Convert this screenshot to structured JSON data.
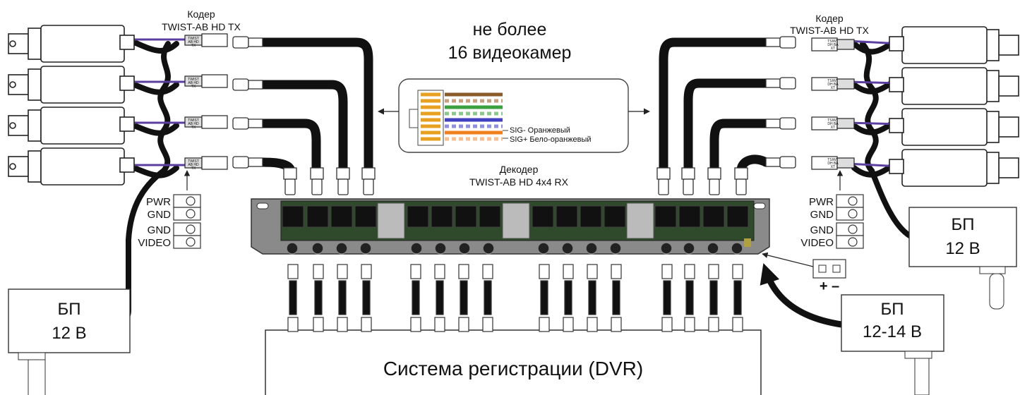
{
  "encoder_left": {
    "title": "Кодер",
    "model": "TWIST-AB HD TX"
  },
  "encoder_right": {
    "title": "Кодер",
    "model": "TWIST-AB HD TX"
  },
  "camera_limit": {
    "line1": "не более",
    "line2": "16 видеокамер"
  },
  "wiring": {
    "sig_minus": "SIG- Оранжевый",
    "sig_plus": "SIG+ Бело-оранжевый"
  },
  "decoder": {
    "title": "Декодер",
    "model": "TWIST-AB HD 4x4 RX"
  },
  "terminal_left": {
    "pins": [
      "PWR",
      "GND",
      "GND",
      "VIDEO"
    ]
  },
  "terminal_right": {
    "pins": [
      "PWR",
      "GND",
      "GND",
      "VIDEO"
    ]
  },
  "psu_left": {
    "name": "БП",
    "voltage": "12 В"
  },
  "psu_right": {
    "name": "БП",
    "voltage": "12 В"
  },
  "psu_rack": {
    "name": "БП",
    "voltage": "12-14 В"
  },
  "power_block": {
    "polarity": "+ –"
  },
  "dvr": {
    "label": "Система регистрации (DVR)"
  },
  "balun_left": {
    "text": [
      "TWIST",
      "AB HD",
      "TX"
    ]
  },
  "balun_right": {
    "text": [
      "TSIWT",
      "DH BA",
      "XT"
    ]
  },
  "colors": {
    "cable": "#111111",
    "twisted_pair": "#5b3fa0",
    "pcb": "#2e4a2a",
    "rack": "#8a8a8a",
    "connector_gold": "#b0a040"
  }
}
